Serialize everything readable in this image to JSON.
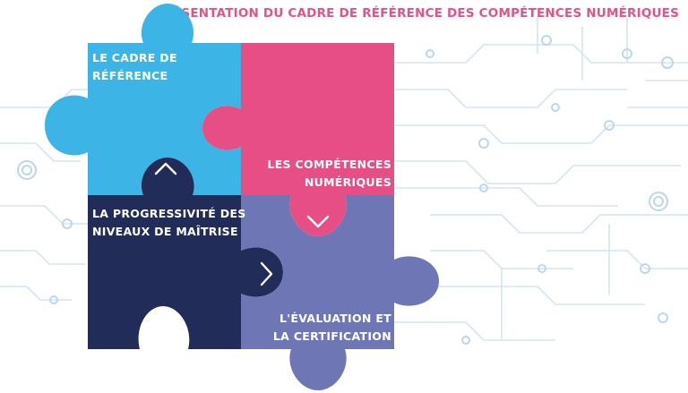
{
  "page": {
    "title": "PRÉSENTATION DU CADRE DE RÉFÉRENCE DES COMPÉTENCES NUMÉRIQUES"
  },
  "pieces": [
    {
      "id": "cadre",
      "color": "#3cb4e6",
      "lines": [
        "LE CADRE DE",
        "RÉFÉRENCE"
      ],
      "arrow": "chevron-left"
    },
    {
      "id": "competences",
      "color": "#e84e86",
      "lines": [
        "LES COMPÉTENCES",
        "NUMÉRIQUES"
      ],
      "arrow": "chevron-down"
    },
    {
      "id": "progressivite",
      "color": "#222c58",
      "lines": [
        "LA PROGRESSIVITÉ DES",
        "NIVEAUX DE MAÎTRISE"
      ],
      "arrow": "chevron-up"
    },
    {
      "id": "evaluation",
      "color": "#6f76b5",
      "lines": [
        "L'ÉVALUATION ET",
        "LA CERTIFICATION"
      ],
      "arrow": "chevron-right"
    }
  ],
  "colors": {
    "title": "#e8508a",
    "circuit": "#c9dff0"
  }
}
